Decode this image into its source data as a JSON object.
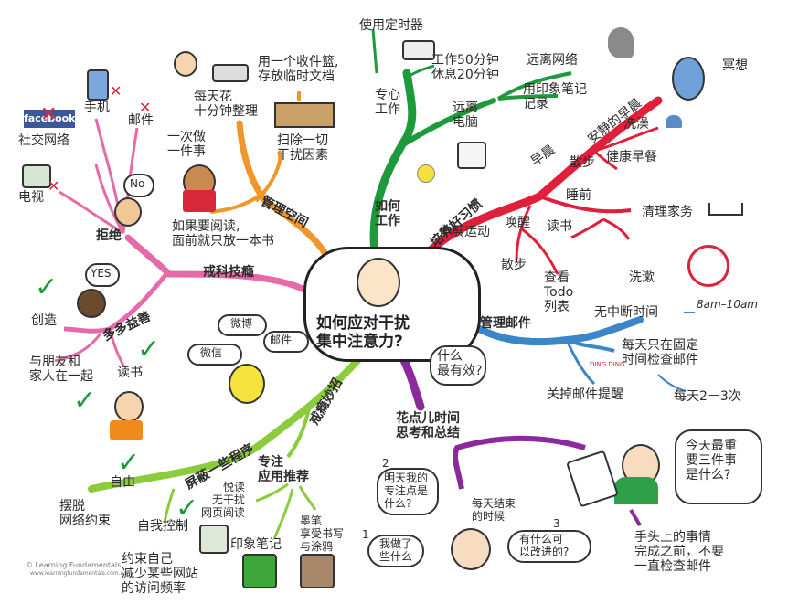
{
  "center": {
    "title_line1": "如何应对干扰",
    "title_line2": "集中注意力?"
  },
  "branches": {
    "how_to_work": {
      "label_line1": "如何",
      "label_line2": "工作",
      "color": "#1e9a3c",
      "focus_work": {
        "line1": "专心",
        "line2": "工作"
      },
      "timer": "使用定时器",
      "work_rest_line1": "工作50分钟",
      "work_rest_line2": "休息20分钟",
      "away_pc": {
        "line1": "远离",
        "line2": "电脑"
      },
      "away_net": "远离网络",
      "evernote_line1": "用印象笔记",
      "evernote_line2": "记录"
    },
    "good_habits": {
      "label": "培养好习惯",
      "color": "#e0203a",
      "morning": "早晨",
      "quiet_morning": "安静的早晨",
      "meditate": "冥想",
      "shower": "洗澡",
      "walk_morning": "散步",
      "healthy_breakfast": "健康早餐",
      "wake_up": "唤醒",
      "stretch": "伸展运动",
      "walk": "散步",
      "todo_line1": "查看",
      "todo_line2": "Todo",
      "todo_line3": "列表",
      "before_sleep": "睡前",
      "chores": "清理家务",
      "read": "读书",
      "wash": "洗漱"
    },
    "manage_mail": {
      "label": "管理邮件",
      "color": "#3a86c8",
      "no_interrupt": "无中断时间",
      "time_range": "8am–10am",
      "fixed_line1": "每天只在固定",
      "fixed_line2": "时间检查邮件",
      "times_per_day": "每天2－3次",
      "turn_off_alerts": "关掉邮件提醒",
      "ding": "DING DING"
    },
    "reflect": {
      "label_line1": "花点儿时间",
      "label_line2": "思考和总结",
      "color": "#8a2a9c",
      "what_works_line1": "什么",
      "what_works_line2": "最有效?",
      "end_of_day_line1": "每天结束",
      "end_of_day_line2": "的时候",
      "q1_num": "1",
      "q1_line1": "我做了",
      "q1_line2": "些什么",
      "q2_num": "2",
      "q2_line1": "明天我的",
      "q2_line2": "专注点是",
      "q2_line3": "什么?",
      "q3_num": "3",
      "q3_line1": "有什么可",
      "q3_line2": "以改进的?",
      "top3_line1": "今天最重",
      "top3_line2": "要三件事",
      "top3_line3": "是什么?",
      "no_check_line1": "手头上的事情",
      "no_check_line2": "完成之前，不要",
      "no_check_line3": "一直检查邮件"
    },
    "quit_addiction": {
      "label": "戒瘾妙招",
      "color": "#8ccc3c",
      "weibo": "微博",
      "wechat": "微信",
      "mail": "邮件",
      "block_apps": "屏蔽一些程序",
      "freedom": "自由",
      "escape_line1": "摆脱",
      "escape_line2": "网络约束",
      "self_control": "自我控制",
      "self_desc_line1": "约束自己",
      "self_desc_line2": "减少某些网站",
      "self_desc_line3": "的访问频率",
      "focus_apps_line1": "专注",
      "focus_apps_line2": "应用推荐",
      "readability_line1": "悦读",
      "readability_line2": "无干扰",
      "readability_line3": "网页阅读",
      "evernote": "印象笔记",
      "inkpen_line1": "墨笔",
      "inkpen_line2": "享受书写",
      "inkpen_line3": "与涂鸦"
    },
    "tech_addiction": {
      "label": "戒科技瘾",
      "color": "#e66aa8",
      "refuse": "拒绝",
      "no": "No",
      "phone": "手机",
      "mail": "邮件",
      "facebook": "facebook",
      "social": "社交网络",
      "tv": "电视",
      "do_good": "多多益善",
      "yes": "YES",
      "create": "创造",
      "friends_line1": "与朋友和",
      "friends_line2": "家人在一起",
      "read": "读书"
    },
    "manage_space": {
      "label": "管理空间",
      "color": "#f0962a",
      "inbox_line1": "用一个收件篮,",
      "inbox_line2": "存放临时文档",
      "ten_min_line1": "每天花",
      "ten_min_line2": "十分钟整理",
      "one_thing_line1": "一次做",
      "one_thing_line2": "一件事",
      "clear_line1": "扫除一切",
      "clear_line2": "干扰因素",
      "one_book_line1": "如果要阅读,",
      "one_book_line2": "面前就只放一本书"
    }
  },
  "footer": {
    "credit": "© Learning Fundamentals",
    "url": "www.learningfundamentals.com.au"
  }
}
